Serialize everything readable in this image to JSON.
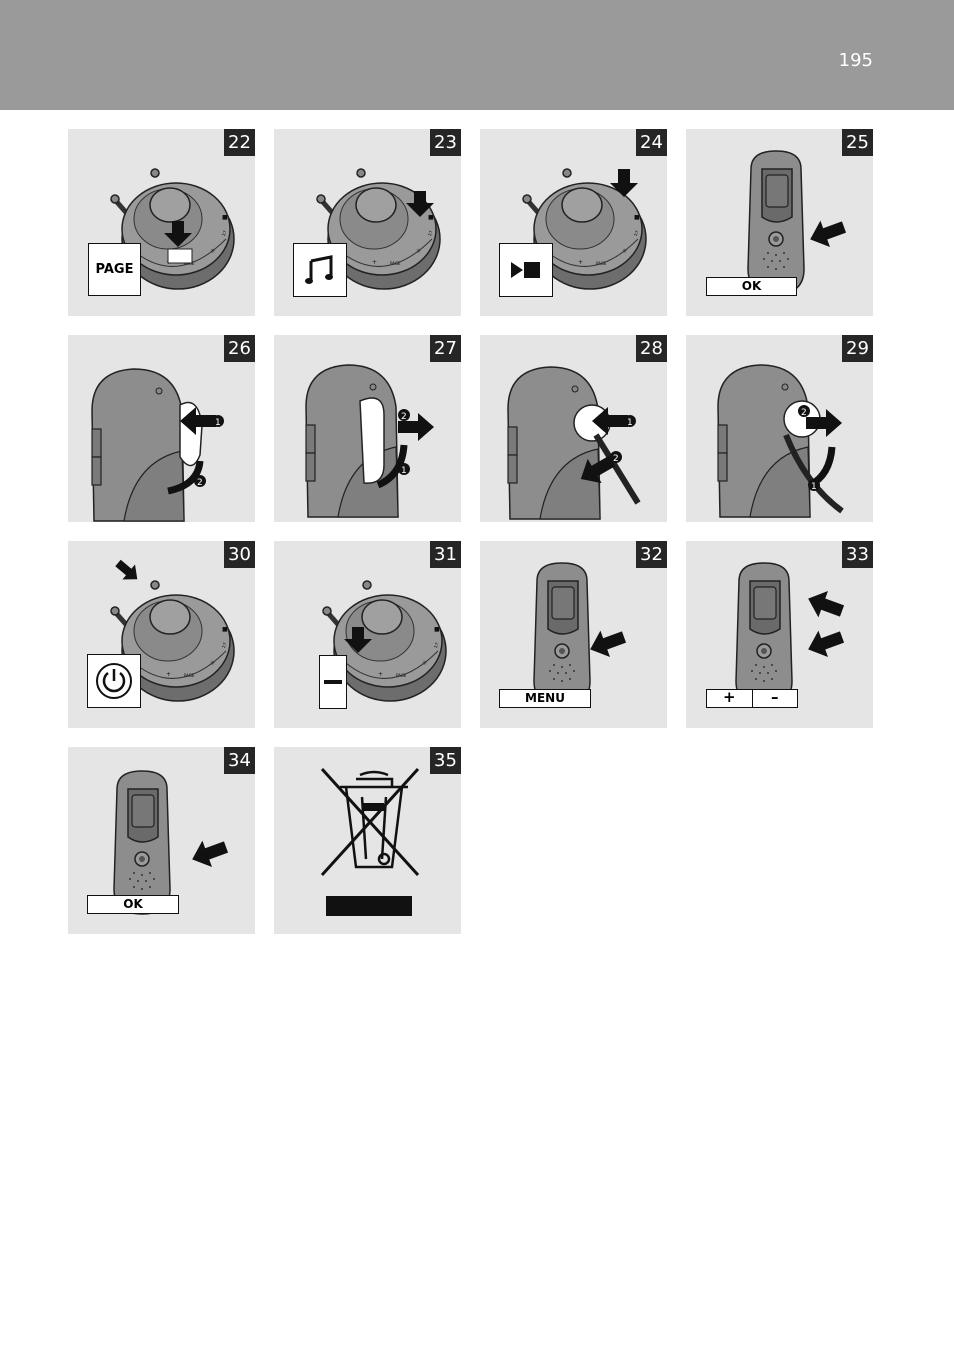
{
  "page_number": "195",
  "figures": [
    {
      "num": "22",
      "button": "PAGE"
    },
    {
      "num": "23",
      "icon": "music-note-icon"
    },
    {
      "num": "24",
      "icon": "play-stop-icon"
    },
    {
      "num": "25",
      "label": "OK"
    },
    {
      "num": "26"
    },
    {
      "num": "27"
    },
    {
      "num": "28"
    },
    {
      "num": "29"
    },
    {
      "num": "30",
      "icon": "power-icon"
    },
    {
      "num": "31",
      "icon": "minus-icon"
    },
    {
      "num": "32",
      "label": "MENU"
    },
    {
      "num": "33",
      "plus": "+",
      "minus": "–"
    },
    {
      "num": "34",
      "label": "OK"
    },
    {
      "num": "35",
      "icon": "crossed-bin-icon"
    }
  ]
}
